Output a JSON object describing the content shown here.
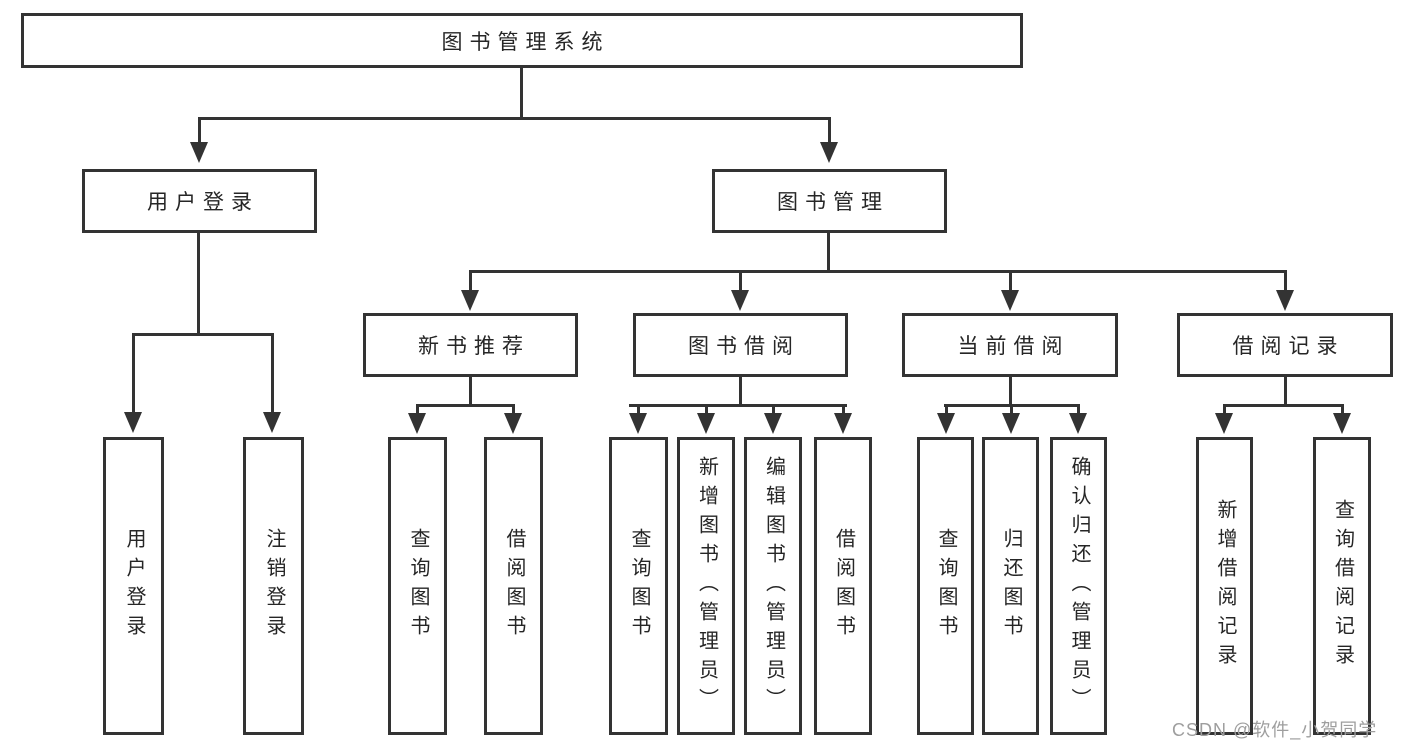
{
  "colors": {
    "line": "#333333",
    "text": "#262626",
    "watermark": "#9e9e9e",
    "background": "#ffffff"
  },
  "watermark": {
    "text": "CSDN @软件_小贺同学"
  },
  "tree": {
    "root": {
      "label": "图书管理系统"
    },
    "branches": [
      {
        "label": "用户登录",
        "children": [
          {
            "label": "用户登录"
          },
          {
            "label": "注销登录"
          }
        ]
      },
      {
        "label": "图书管理",
        "children": [
          {
            "label": "新书推荐",
            "children": [
              {
                "label": "查询图书"
              },
              {
                "label": "借阅图书"
              }
            ]
          },
          {
            "label": "图书借阅",
            "children": [
              {
                "label": "查询图书"
              },
              {
                "label": "新增图书（管理员）"
              },
              {
                "label": "编辑图书（管理员）"
              },
              {
                "label": "借阅图书"
              }
            ]
          },
          {
            "label": "当前借阅",
            "children": [
              {
                "label": "查询图书"
              },
              {
                "label": "归还图书"
              },
              {
                "label": "确认归还（管理员）"
              }
            ]
          },
          {
            "label": "借阅记录",
            "children": [
              {
                "label": "新增借阅记录"
              },
              {
                "label": "查询借阅记录"
              }
            ]
          }
        ]
      }
    ]
  }
}
